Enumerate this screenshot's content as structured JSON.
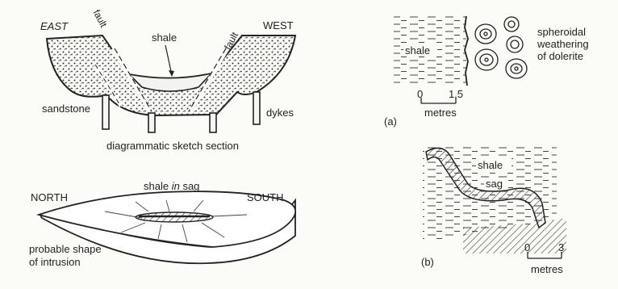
{
  "section": {
    "east": "EAST",
    "west": "WEST",
    "fault_left": "fault",
    "fault_right": "fault",
    "shale": "shale",
    "sandstone": "sandstone",
    "dykes": "dykes",
    "caption": "diagrammatic sketch section"
  },
  "shape": {
    "north": "NORTH",
    "south": "SOUTH",
    "title_shale": "shale",
    "title_in": "in",
    "title_sag": "sag",
    "caption_line1": "probable shape",
    "caption_line2": "of intrusion"
  },
  "panel_a": {
    "shale": "shale",
    "weathering_line1": "spheroidal",
    "weathering_line2": "weathering",
    "weathering_line3": "of dolerite",
    "scale_min": "0",
    "scale_max": "1.5",
    "unit": "metres",
    "tag": "(a)"
  },
  "panel_b": {
    "shale": "shale",
    "sag": "sag",
    "scale_min": "0",
    "scale_max": "3",
    "unit": "metres",
    "tag": "(b)"
  }
}
